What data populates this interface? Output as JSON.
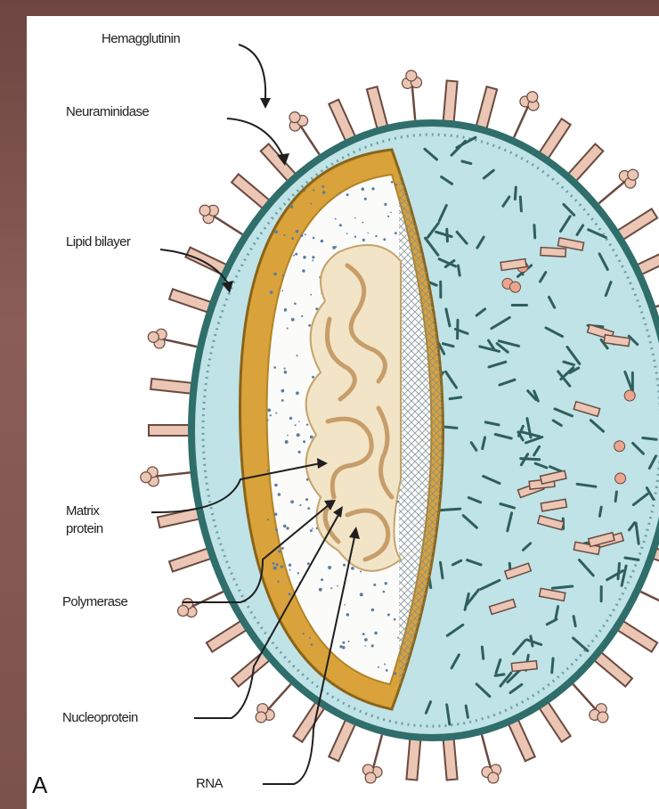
{
  "figure": {
    "panel_letter": "A",
    "labels": {
      "hemagglutinin": "Hemagglutinin",
      "neuraminidase": "Neuraminidase",
      "lipid_bilayer": "Lipid bilayer",
      "matrix_line1": "Matrix",
      "matrix_line2": "protein",
      "polymerase": "Polymerase",
      "nucleoprotein": "Nucleoprotein",
      "rna": "RNA"
    }
  },
  "colors": {
    "background": "#7a4f49",
    "panel": "#ffffff",
    "membrane": "#2f6e6a",
    "envelope_fill": "#bfe3e7",
    "matrix_band": "#d9a23a",
    "spike_fill": "#ebc6b4",
    "spike_stroke": "#6a4a40",
    "core": "#f2e4c6"
  }
}
